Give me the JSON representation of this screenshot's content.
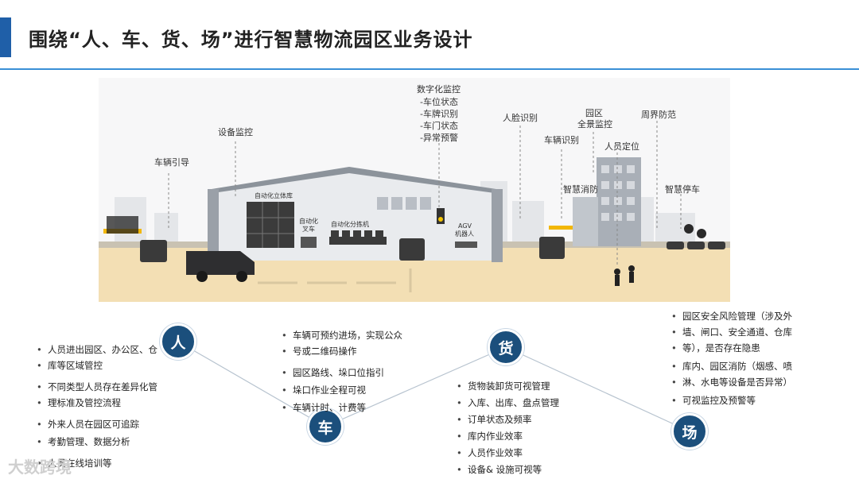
{
  "title": "围绕“人、车、货、场”进行智慧物流园区业务设计",
  "scene_labels": {
    "vehicle_guide": "车辆引导",
    "device_monitor": "设备监控",
    "digital_monitor": "数字化监控",
    "slot_status": "-车位状态",
    "plate_recognition": "-车牌识别",
    "door_status": "-车门状态",
    "anomaly_alert": "-异常预警",
    "face_recognition": "人脸识别",
    "park": "园区",
    "panorama_monitor": "全景监控",
    "perimeter_defense": "周界防范",
    "vehicle_recognition": "车辆识别",
    "personnel_location": "人员定位",
    "smart_fire": "智慧消防",
    "smart_parking": "智慧停车",
    "auto_warehouse": "自动化立体库",
    "auto_forklift_1": "自动化",
    "auto_forklift_2": "叉车",
    "auto_sorter": "自动化分拣机",
    "agv_1": "AGV",
    "agv_2": "机器人"
  },
  "nodes": {
    "person": "人",
    "vehicle": "车",
    "goods": "货",
    "site": "场"
  },
  "person_items": [
    "人员进出园区、办公区、仓",
    "库等区域管控",
    "不同类型人员存在差异化管",
    "理标准及管控流程",
    "外来人员在园区可追踪",
    "考勤管理、数据分析",
    "人员在线培训等"
  ],
  "vehicle_items": [
    "车辆可预约进场，实现公众",
    "号或二维码操作",
    "园区路线、垛口位指引",
    "垛口作业全程可视",
    "车辆计时、计费等"
  ],
  "goods_items": [
    "货物装卸货可视管理",
    "入库、出库、盘点管理",
    "订单状态及频率",
    "库内作业效率",
    "人员作业效率",
    "设备& 设施可视等"
  ],
  "site_items": [
    "园区安全风险管理（涉及外",
    "墙、闸口、安全通道、仓库",
    "等），是否存在隐患",
    "库内、园区消防（烟感、喷",
    "淋、水电等设备是否异常）",
    "可视监控及预警等"
  ],
  "watermark": "大数跨境",
  "colors": {
    "accent": "#1f5fa8",
    "node": "#1b4f7c",
    "ground": "#f3dfb4"
  }
}
